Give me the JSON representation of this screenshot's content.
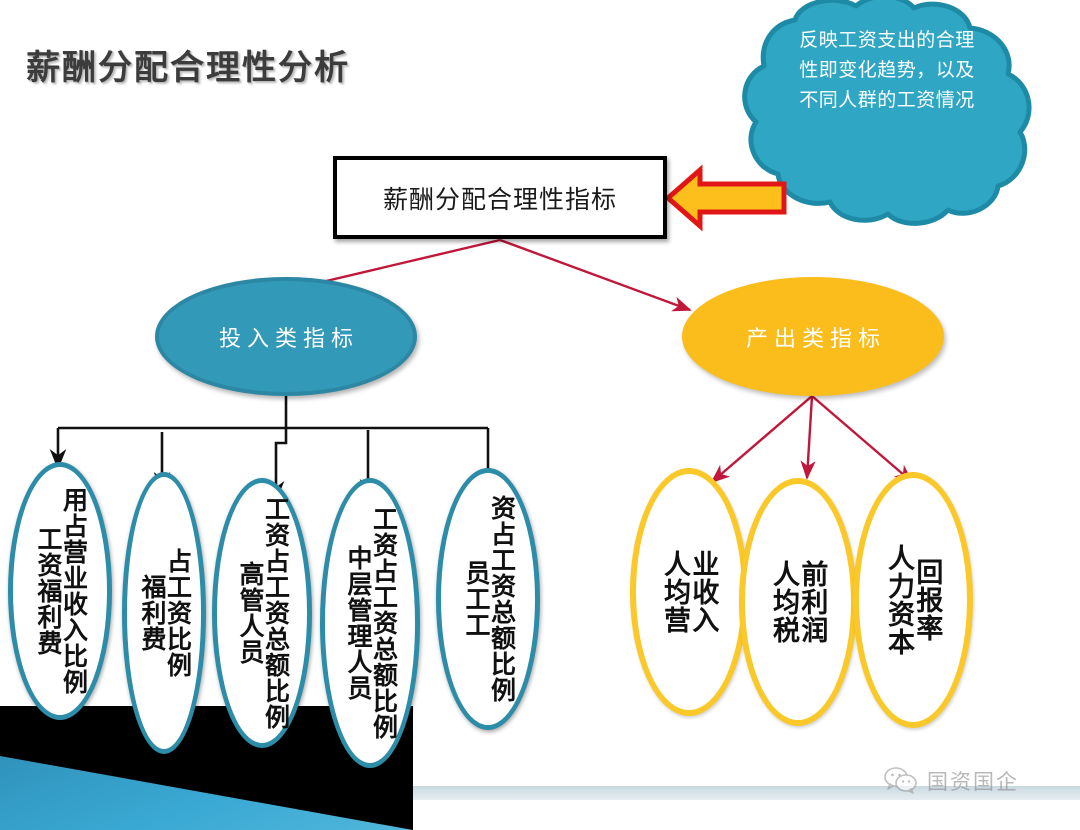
{
  "slide": {
    "title": "薪酬分配合理性分析",
    "root_box": "薪酬分配合理性指标",
    "cloud_note": "反映工资支出的合理性即变化趋势，以及不同人群的工资情况",
    "branches": [
      {
        "id": "input",
        "label": "投入类指标",
        "color": "#3399b8",
        "leaves": [
          {
            "col_right": "工资福利费",
            "col_left": "用占营业收入比例",
            "full": "工资福利费用占营业收入比例"
          },
          {
            "col_right": "福利费",
            "col_left": "占工资比例",
            "full": "福利费占工资比例"
          },
          {
            "col_right": "高管人员",
            "col_left": "工资占工资总额比例",
            "full": "高管人员工资占工资总额比例"
          },
          {
            "col_right": "中层管理人员",
            "col_left": "工资占工资总额比例",
            "full": "中层管理人员工资占工资总额比例"
          },
          {
            "col_right": "员工工",
            "col_left": "资占工资总额比例",
            "full": "员工工资占工资总额比例"
          }
        ]
      },
      {
        "id": "output",
        "label": "产出类指标",
        "color": "#fbbd1c",
        "leaves": [
          {
            "col_right": "人均营",
            "col_left": "业收入",
            "full": "人均营业收入"
          },
          {
            "col_right": "人均税",
            "col_left": "前利润",
            "full": "人均税前利润"
          },
          {
            "col_right": "人力资本",
            "col_left": "回报率",
            "full": "人力资本回报率"
          }
        ]
      }
    ]
  },
  "footer": {
    "wechat_account": "国资国企",
    "wechat_icon": "wechat-icon"
  },
  "colors": {
    "teal": "#3399b8",
    "teal_stroke": "#2d8ca8",
    "yellow": "#fbbd1c",
    "yellow_stroke": "#fbc82a",
    "arrow_red": "#c0173a",
    "cloud_fill": "#2fa6c4",
    "cloud_stroke": "#1d8ba6",
    "title_color": "#3c3c3c"
  }
}
